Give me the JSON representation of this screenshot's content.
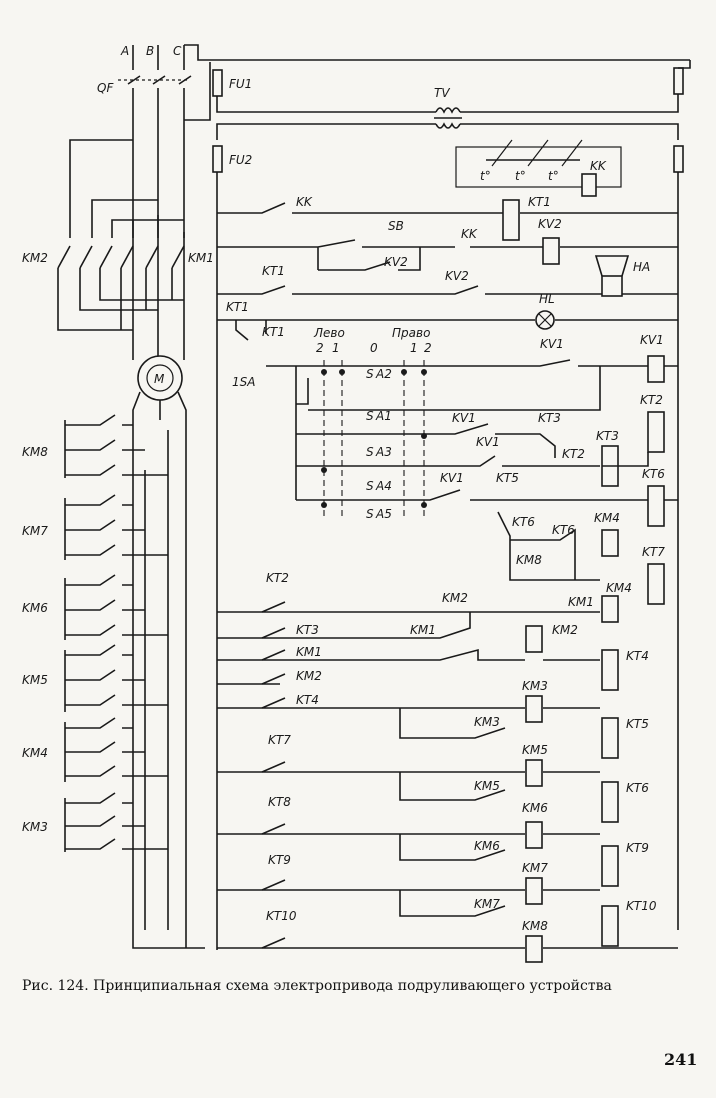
{
  "labels": {
    "phase_a": "A",
    "phase_b": "B",
    "phase_c": "C",
    "qf": "QF",
    "fu1": "FU1",
    "fu2": "FU2",
    "tv": "TV",
    "km1": "KM1",
    "km2": "KM2",
    "motor": "M",
    "km8": "KM8",
    "km7": "KM7",
    "km6": "KM6",
    "km5": "KM5",
    "km4": "KM4",
    "km3": "KM3",
    "kk": "KK",
    "kt1": "KT1",
    "sb": "SB",
    "kv2": "KV2",
    "ha": "HA",
    "hl": "HL",
    "sa1": "1SA",
    "left": "Лево",
    "right": "Право",
    "zero": "0",
    "pos_2": "2",
    "pos_1": "1",
    "a1": "A1",
    "a2": "A2",
    "a3": "A3",
    "a4": "A4",
    "a5": "A5",
    "s": "S",
    "kv1": "KV1",
    "kt2": "KT2",
    "kt3": "KT3",
    "kt4": "KT4",
    "kt5": "KT5",
    "kt6": "KT6",
    "kt7": "KT7",
    "kt8": "KT8",
    "kt9": "KT9",
    "kt10": "KT10",
    "km8b": "KM8",
    "temp": "t°"
  },
  "caption": "Рис. 124. Принципиальная схема электропривода подруливающего устройства",
  "page_number": "241"
}
